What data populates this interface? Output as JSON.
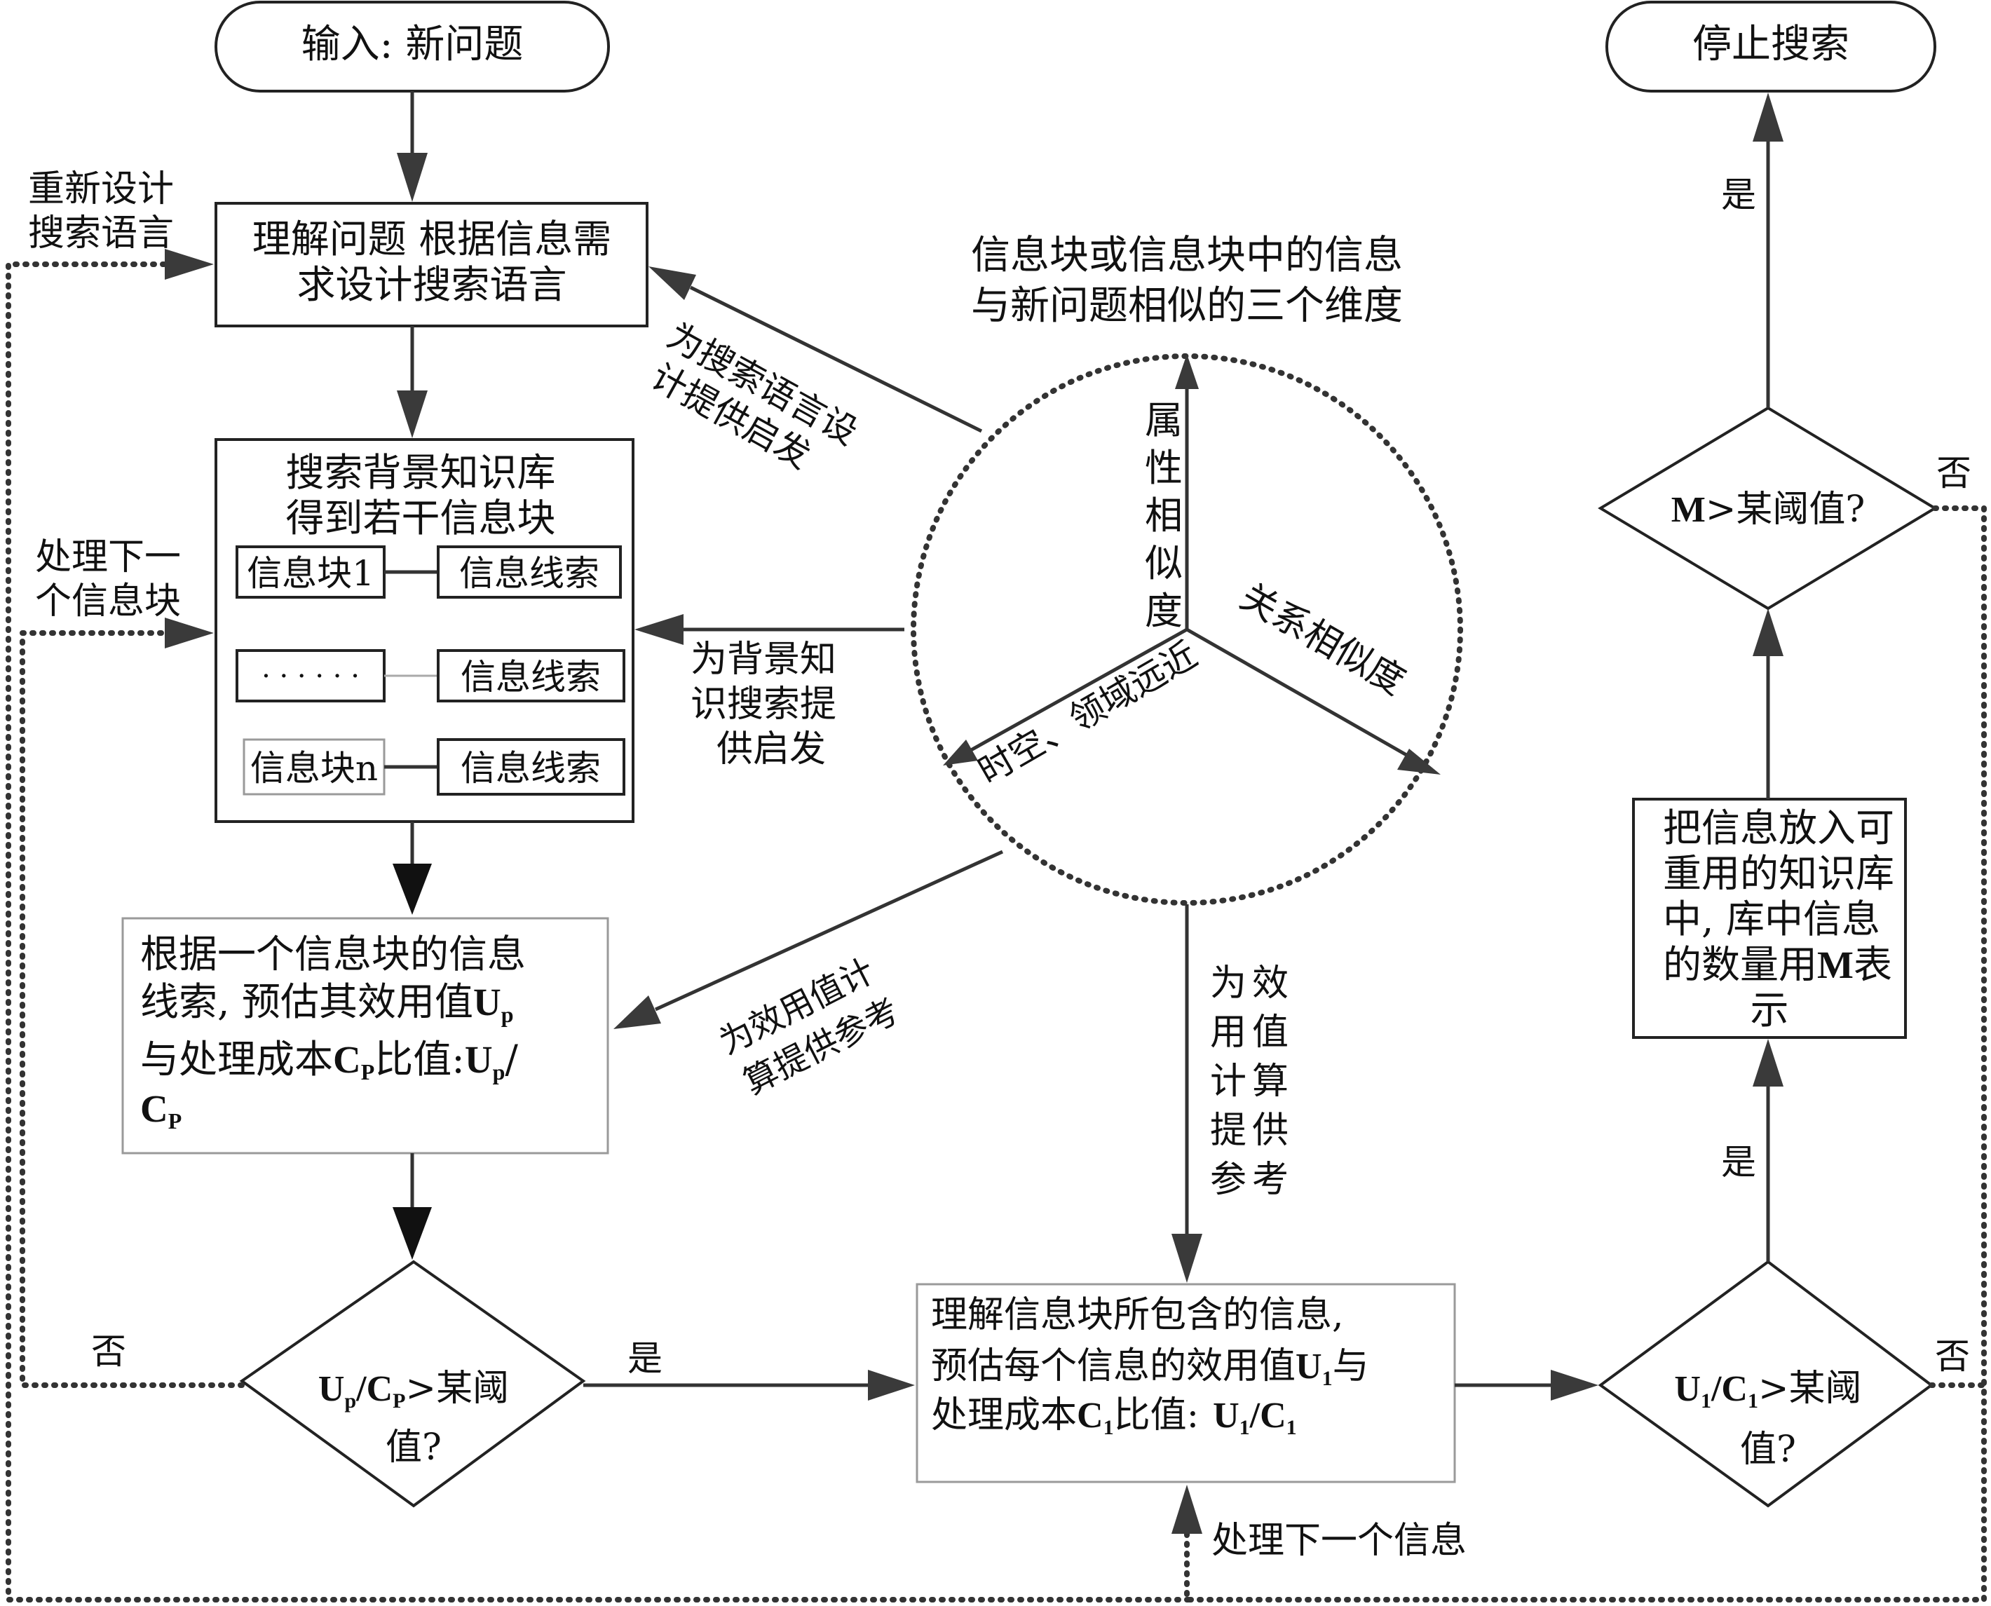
{
  "nodes": {
    "input_label": "输入: 新问题",
    "stop_label": "停止搜索",
    "understand_lines": [
      "理解问题 根据信息需",
      "求设计搜索语言"
    ],
    "search_lines": [
      "搜索背景知识库",
      "得到若干信息块"
    ],
    "block1_label": "信息块1",
    "clue1_label": "信息线索",
    "dots_label": "· · · · · ·",
    "clue2_label": "信息线索",
    "blockn_label": "信息块n",
    "clue3_label": "信息线索",
    "estimate_line1": "根据一个信息块的信息",
    "estimate_line2": "线索, 预估其效用值",
    "estimate_up": "U",
    "estimate_up_sub": "p",
    "estimate_line3": "与处理成本",
    "estimate_cp": "C",
    "estimate_cp_sub": "P",
    "estimate_ratio_label": "比值:",
    "estimate_ratio_u": "U",
    "estimate_ratio_u_sub": "p",
    "estimate_slash": "/",
    "estimate_last_c": "C",
    "estimate_last_sub": "P",
    "diamond1_u": "U",
    "diamond1_u_sub": "p",
    "diamond1_c": "/C",
    "diamond1_c_sub": "P",
    "diamond1_tail": ">某阈",
    "diamond1_line2": "值?",
    "understand_info_line1": "理解信息块所包含的信息,",
    "understand_info_line2": "预估每个信息的效用值",
    "understand_info_u": "U",
    "understand_info_u_sub": "1",
    "understand_info_yu": "与",
    "understand_info_line3": "处理成本",
    "understand_info_c": "C",
    "understand_info_c_sub": "1",
    "understand_info_ratio": "比值:",
    "understand_info_ru": "U",
    "understand_info_ru_sub": "1",
    "understand_info_rc": "/C",
    "understand_info_rc_sub": "1",
    "diamond2_u": "U",
    "diamond2_u_sub": "1",
    "diamond2_c": "/C",
    "diamond2_c_sub": "1",
    "diamond2_tail": ">某阈",
    "diamond2_line2": "值?",
    "reuse_lines": [
      "把信息放入可",
      "重用的知识库",
      "中, 库中信息",
      "的数量用"
    ],
    "reuse_m": "M",
    "reuse_tail": "表",
    "reuse_last": "示",
    "diamond3_m": "M",
    "diamond3_tail": ">某阈值?"
  },
  "similarity": {
    "caption_lines": [
      "信息块或信息块中的信息",
      "与新问题相似的三个维度"
    ],
    "attribute_chars": [
      "属",
      "性",
      "相",
      "似",
      "度"
    ],
    "relation_label": "关系相似度",
    "spacetime_label": "时空、领域远近"
  },
  "edge_labels": {
    "redesign": [
      "重新设计",
      "搜索语言"
    ],
    "next_block": [
      "处理下一",
      "个信息块"
    ],
    "hint_language": [
      "为搜索语言设",
      "计提供启发"
    ],
    "hint_background": [
      "为背景知",
      "识搜索提",
      "供启发"
    ],
    "hint_utility_left": [
      "为效用值计",
      "算提供参考"
    ],
    "hint_utility_down": [
      "为",
      "效",
      "用",
      "值",
      "计",
      "算",
      "提",
      "供",
      "参",
      "考"
    ],
    "next_info": "处理下一个信息",
    "yes": "是",
    "no": "否"
  },
  "colors": {
    "stroke": "#333333",
    "text": "#111111",
    "arrow_fill": "#3a3a3a"
  }
}
